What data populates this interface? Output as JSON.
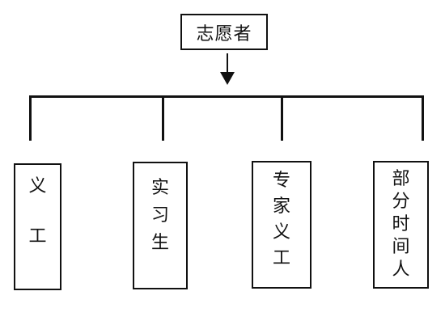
{
  "root": {
    "label": "志愿者"
  },
  "children": [
    {
      "chars": [
        "义",
        "工"
      ]
    },
    {
      "chars": [
        "实",
        "习",
        "生"
      ]
    },
    {
      "chars": [
        "专",
        "家",
        "义",
        "工"
      ]
    },
    {
      "chars": [
        "部",
        "分",
        "时",
        "间",
        "人"
      ]
    }
  ]
}
